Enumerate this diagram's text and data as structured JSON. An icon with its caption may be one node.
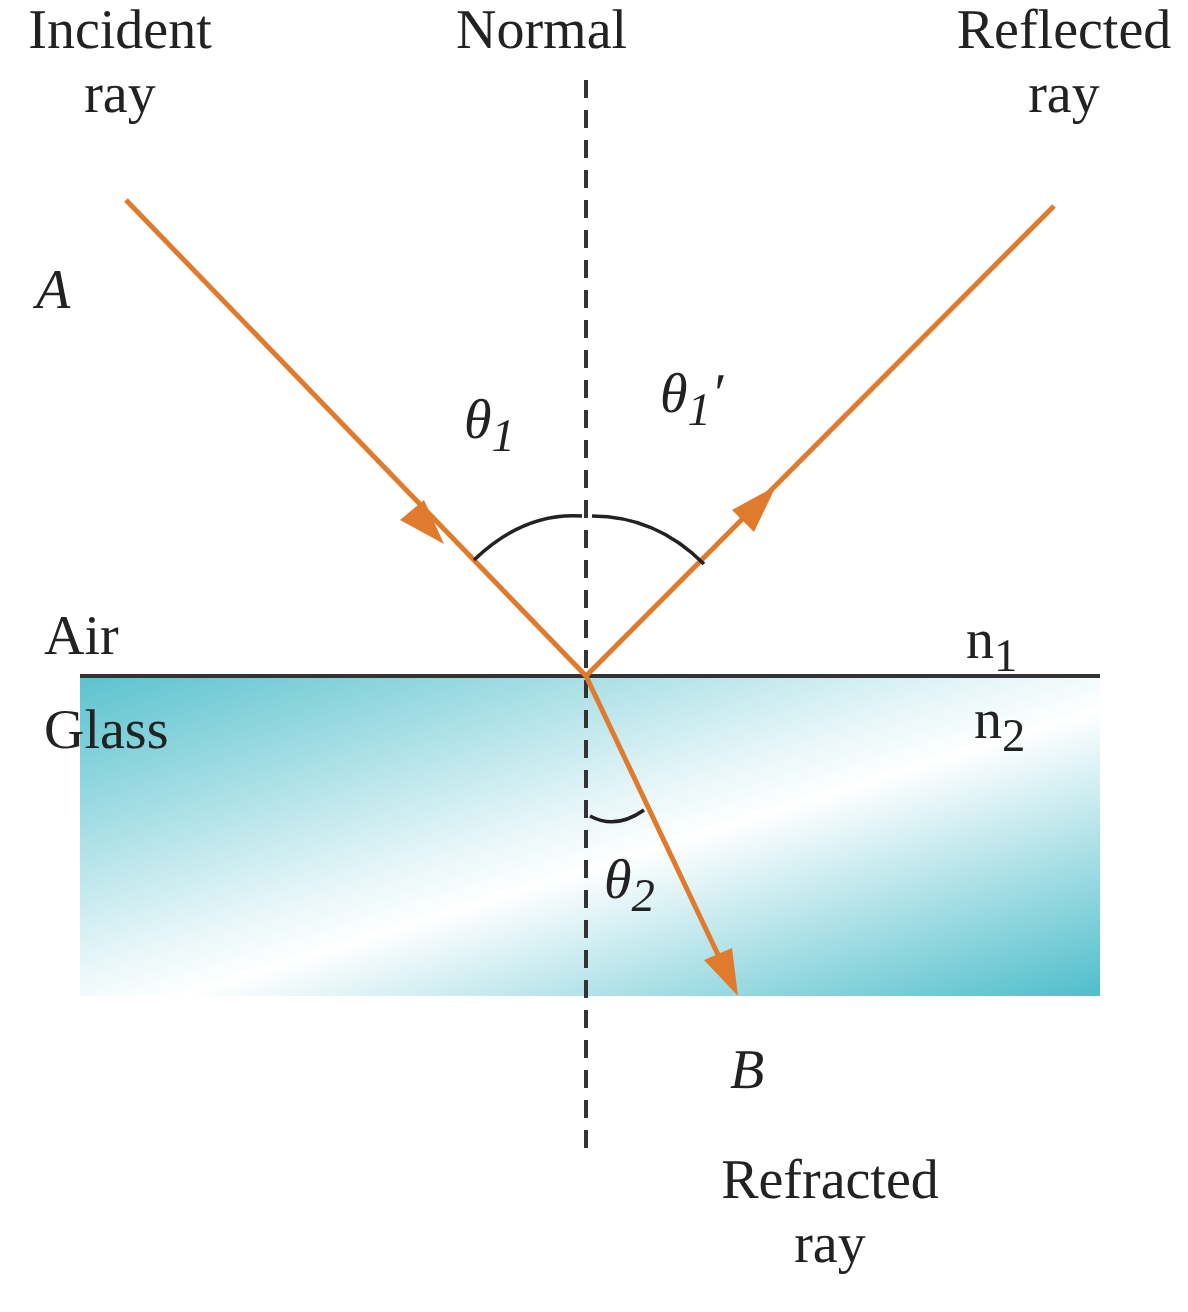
{
  "diagram": {
    "nodes": [
      {
        "text": [
          "Glass",
          "n$_{2}$"
        ]
      }
    ],
    "labels": [
      "Incident ray",
      "Normal",
      "Reflected ray",
      "A",
      "θ$_{1}$",
      "θ$_{1}$′",
      "Air",
      "n$_{1}$",
      "θ$_{2}$",
      "B",
      "Refracted ray"
    ]
  }
}
